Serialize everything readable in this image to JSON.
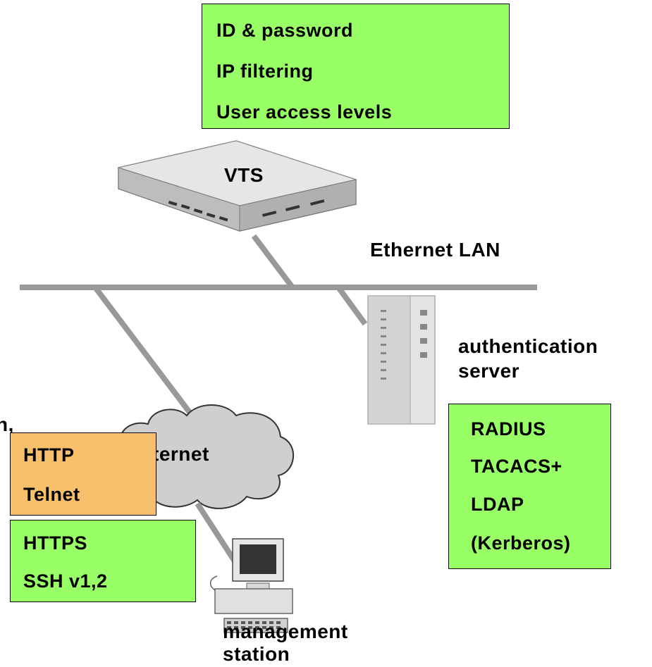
{
  "security_box": {
    "lines": [
      "ID & password",
      "IP filtering",
      "User access levels"
    ]
  },
  "vts_label": "VTS",
  "lan_label": "Ethernet LAN",
  "auth_server_label": [
    "authentication",
    "server"
  ],
  "auth_box": {
    "lines": [
      "RADIUS",
      "TACACS+",
      "LDAP",
      "(Kerberos)"
    ]
  },
  "internet_label": "ternet",
  "insecure_box": {
    "lines": [
      "HTTP",
      "Telnet"
    ]
  },
  "secure_box": {
    "lines": [
      "HTTPS",
      "SSH v1,2"
    ]
  },
  "station_label": [
    "management",
    "station"
  ],
  "edge_fragment": "n,",
  "colors": {
    "green": "#99ff66",
    "orange": "#f8c06a",
    "line": "#999999"
  },
  "icons": [
    "vts-device-icon",
    "server-tower-icon",
    "cloud-icon",
    "computer-icon"
  ]
}
